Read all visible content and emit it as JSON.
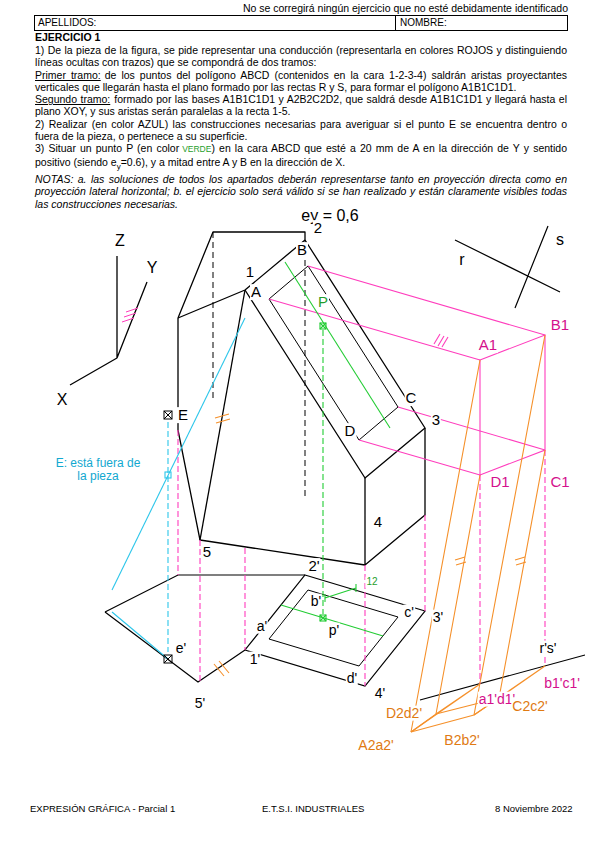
{
  "diagram": {
    "title": "EJERCICIO 1",
    "labels": [
      "No se corregirá ningún ejercicio que no esté debidamente identificado",
      "APELLIDOS:",
      "NOMBRE:",
      "1) De la pieza de la figura, se pide representar una conducción (representarla en colores ROJOS y distinguiendo líneas ocultas con trazos) que se compondrá de dos tramos:",
      "Primer tramo:",
      "de los puntos del polígono ABCD (contenidos en la cara 1-2-3-4) saldrán aristas proyectantes verticales que llegarán hasta el plano formado por las rectas R y S, para formar el polígono A1B1C1D1.",
      "Segundo tramo:",
      "formado por las bases A1B1C1D1 y A2B2C2D2, que saldrá desde A1B1C1D1 y llegará hasta el plano XOY, y sus aristas serán paralelas a la recta 1-5.",
      "2) Realizar (en color AZUL) las construcciones necesarias para averiguar si el punto E se encuentra dentro o fuera de la pieza, o pertenece a su superficie.",
      "3) Situar un punto P (en color",
      "VERDE",
      ") en la cara ABCD que esté a 20 mm de A en la dirección de Y y sentido positivo (siendo e",
      "y",
      "=0.6), y a mitad entre A y B en la dirección de X.",
      "NOTAS: a. las soluciones de todos los apartados deberán representarse tanto en proyección directa como en proyección lateral horizontal; b. el ejercicio solo será válido si se han realizado y están claramente visibles todas las construcciones necesarias.",
      "Z",
      "Y",
      "X",
      "ey = 0,6",
      "r",
      "s",
      "2",
      "B",
      "1",
      "A",
      "P",
      "B1",
      "A1",
      "C",
      "3",
      "D",
      "E",
      "E: está fuera de la pieza",
      "D1",
      "C1",
      "4",
      "5",
      "2'",
      "12",
      "b'",
      "a'",
      "p'",
      "c'",
      "3'",
      "d'",
      "1'",
      "e'",
      "4'",
      "5'",
      "r's'",
      "a1'd1'",
      "b1'c1'",
      "D2d2'",
      "C2c2'",
      "A2a2'",
      "B2b2'",
      "EXPRESIÓN GRÁFICA  - Parcial 1",
      "E.T.S.I. INDUSTRIALES",
      "8 Noviembre 2022"
    ]
  }
}
